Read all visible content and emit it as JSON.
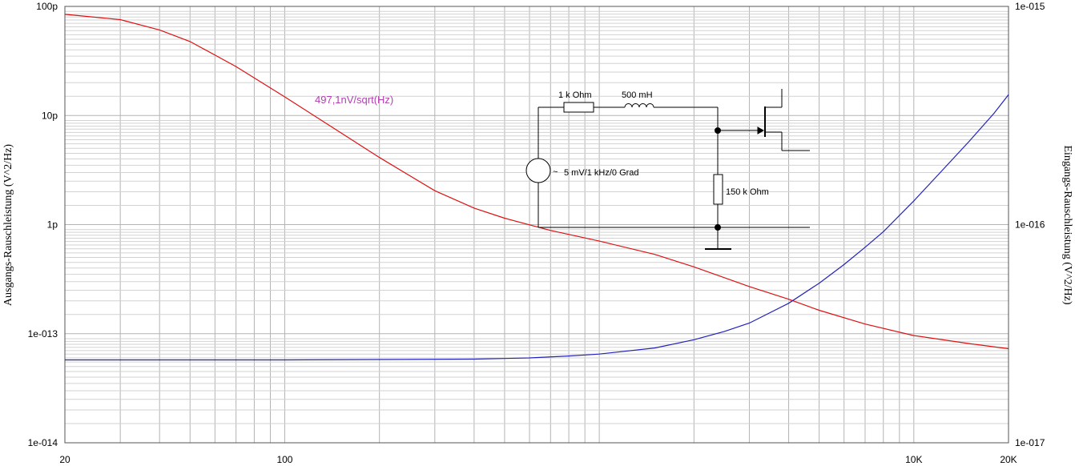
{
  "chart_data": {
    "type": "line",
    "title": "",
    "x_scale": "log",
    "xlim": [
      20,
      20000
    ],
    "x_tick_labels": [
      {
        "value": 20,
        "label": "20"
      },
      {
        "value": 100,
        "label": "100"
      },
      {
        "value": 10000,
        "label": "10K"
      },
      {
        "value": 20000,
        "label": "20K"
      }
    ],
    "left_axis": {
      "label": "Ausgangs-Rauschleistung (V^2/Hz)",
      "scale": "log",
      "ylim": [
        1e-14,
        1e-10
      ],
      "tick_labels": [
        {
          "value": 1e-14,
          "label": "1e-014"
        },
        {
          "value": 1e-13,
          "label": "1e-013"
        },
        {
          "value": 1e-12,
          "label": "1p"
        },
        {
          "value": 1e-11,
          "label": "10p"
        },
        {
          "value": 1e-10,
          "label": "100p"
        }
      ]
    },
    "right_axis": {
      "label": "Eingangs-Rauschleistung (V^2/Hz)",
      "scale": "log",
      "ylim": [
        1e-17,
        1e-15
      ],
      "tick_labels": [
        {
          "value": 1e-17,
          "label": "1e-017"
        },
        {
          "value": 1e-16,
          "label": "1e-016"
        },
        {
          "value": 1e-15,
          "label": "1e-015"
        }
      ]
    },
    "grid": true,
    "series": [
      {
        "axis": "right",
        "color": "#dd1111",
        "x": [
          20,
          30,
          40,
          50,
          70,
          100,
          150,
          200,
          300,
          400,
          500,
          700,
          1000,
          1500,
          2000,
          3000,
          4000,
          5000,
          7000,
          10000,
          15000,
          20000
        ],
        "y": [
          9.2e-16,
          8.7e-16,
          7.8e-16,
          6.9e-16,
          5.3e-16,
          3.85e-16,
          2.65e-16,
          2.03e-16,
          1.43e-16,
          1.19e-16,
          1.07e-16,
          9.4e-17,
          8.4e-17,
          7.3e-17,
          6.4e-17,
          5.2e-17,
          4.55e-17,
          4.05e-17,
          3.5e-17,
          3.1e-17,
          2.85e-17,
          2.7e-17
        ]
      },
      {
        "axis": "left",
        "color": "#2222bb",
        "x": [
          20,
          50,
          100,
          200,
          400,
          600,
          800,
          1000,
          1500,
          2000,
          2500,
          3000,
          4000,
          5000,
          6000,
          7000,
          8000,
          10000,
          12000,
          15000,
          18000,
          20000
        ],
        "y": [
          5.75e-14,
          5.75e-14,
          5.75e-14,
          5.8e-14,
          5.85e-14,
          6e-14,
          6.25e-14,
          6.5e-14,
          7.4e-14,
          8.8e-14,
          1.05e-13,
          1.25e-13,
          1.9e-13,
          2.9e-13,
          4.3e-13,
          6.2e-13,
          8.6e-13,
          1.65e-12,
          2.9e-12,
          5.8e-12,
          1.05e-11,
          1.55e-11
        ]
      }
    ],
    "annotations": [
      {
        "text": "497,1nV/sqrt(Hz)",
        "color": "#b040b0"
      }
    ]
  },
  "schematic": {
    "resistor_label": "1 k Ohm",
    "inductor_label": "500 mH",
    "source_label": "5 mV/1 kHz/0 Grad",
    "resistor2_label": "150 k Ohm"
  },
  "colors": {
    "grid_major": "#b4b4b4",
    "grid_minor": "#d2d2d2",
    "plot_border": "#555555"
  }
}
